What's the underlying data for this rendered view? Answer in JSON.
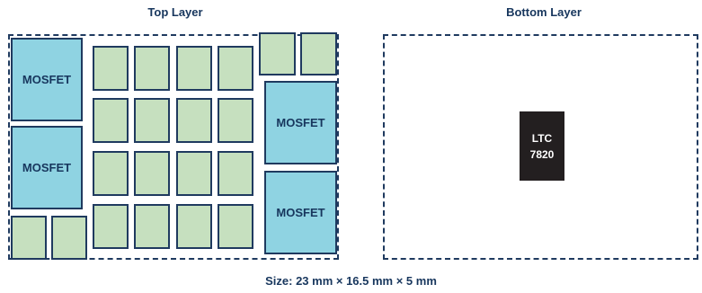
{
  "top_layer": {
    "title": "Top Layer",
    "mosfet_label": "MOSFET",
    "passive_count": 20,
    "mosfet_count": 4
  },
  "bottom_layer": {
    "title": "Bottom Layer",
    "ic": {
      "line1": "LTC",
      "line2": "7820"
    }
  },
  "size_text": "Size: 23 mm × 16.5 mm × 5 mm",
  "colors": {
    "outline": "#1f3a5f",
    "text": "#17365d",
    "passive_fill": "#c6e0bf",
    "mosfet_fill": "#8fd3e2",
    "ic_fill": "#231f20"
  }
}
